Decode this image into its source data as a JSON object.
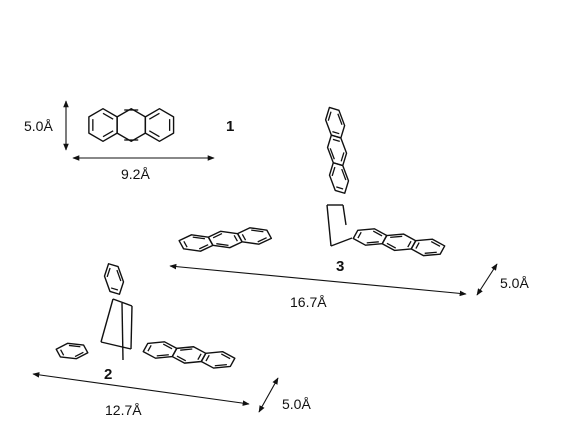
{
  "compound_1": {
    "label": "1",
    "height_label": "5.0Å",
    "length_label": "9.2Å"
  },
  "compound_2": {
    "label": "2",
    "length_label": "12.7Å",
    "height_label": "5.0Å"
  },
  "compound_3": {
    "label": "3",
    "length_label": "16.7Å",
    "height_label": "5.0Å"
  }
}
